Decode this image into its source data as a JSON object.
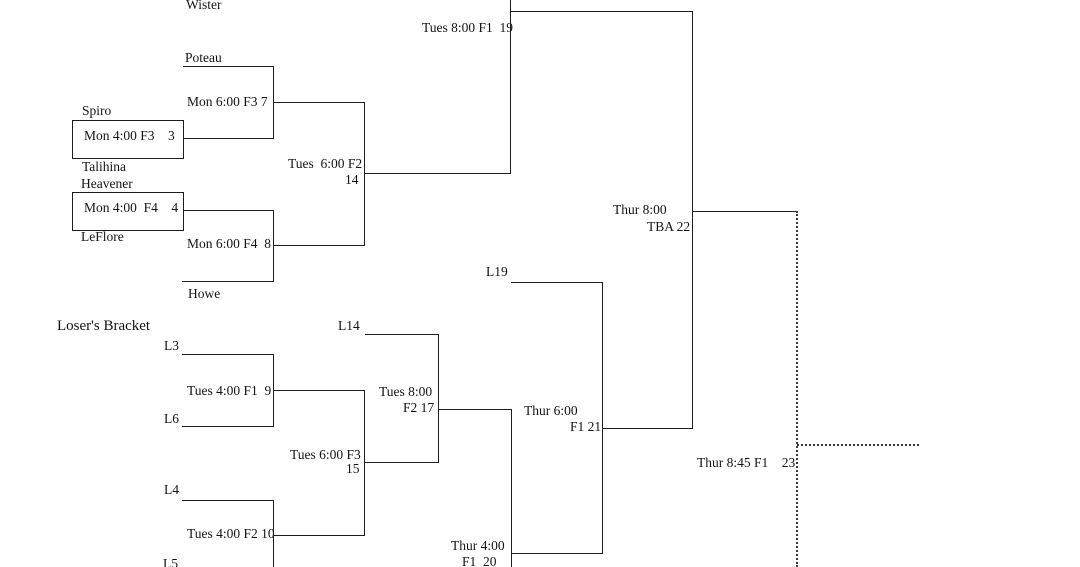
{
  "page": {
    "description": "Double-elimination tournament bracket, cropped page view"
  },
  "teams": {
    "wister": "Wister",
    "poteau": "Poteau",
    "spiro": "Spiro",
    "talihina": "Talihina",
    "heavener": "Heavener",
    "leflore": "LeFlore",
    "howe": "Howe"
  },
  "losers": {
    "heading": "Loser's Bracket",
    "slots": {
      "l3": "L3",
      "l4": "L4",
      "l5": "L5",
      "l6": "L6",
      "l14": "L14",
      "l19": "L19"
    }
  },
  "games": {
    "g3": "Mon 4:00 F3    3",
    "g4": "Mon 4:00  F4    4",
    "g7": "Mon 6:00 F3 7",
    "g8": "Mon 6:00 F4  8",
    "g9": "Tues 4:00 F1  9",
    "g10": "Tues 4:00 F2 10",
    "g14a": "Tues  6:00 F2",
    "g14b": "14",
    "g15a": "Tues 6:00 F3",
    "g15b": "15",
    "g17a": "Tues 8:00",
    "g17b": "F2 17",
    "g19": "Tues 8:00 F1  19",
    "g20a": "Thur 4:00",
    "g20b": "F1  20",
    "g21a": "Thur 6:00",
    "g21b": "F1 21",
    "g22a": "Thur 8:00",
    "g22b": "TBA 22",
    "g23": "Thur 8:45 F1    23"
  },
  "colors": {
    "background": "#ffffff",
    "line": "#1e1e1e",
    "text": "#141414"
  }
}
